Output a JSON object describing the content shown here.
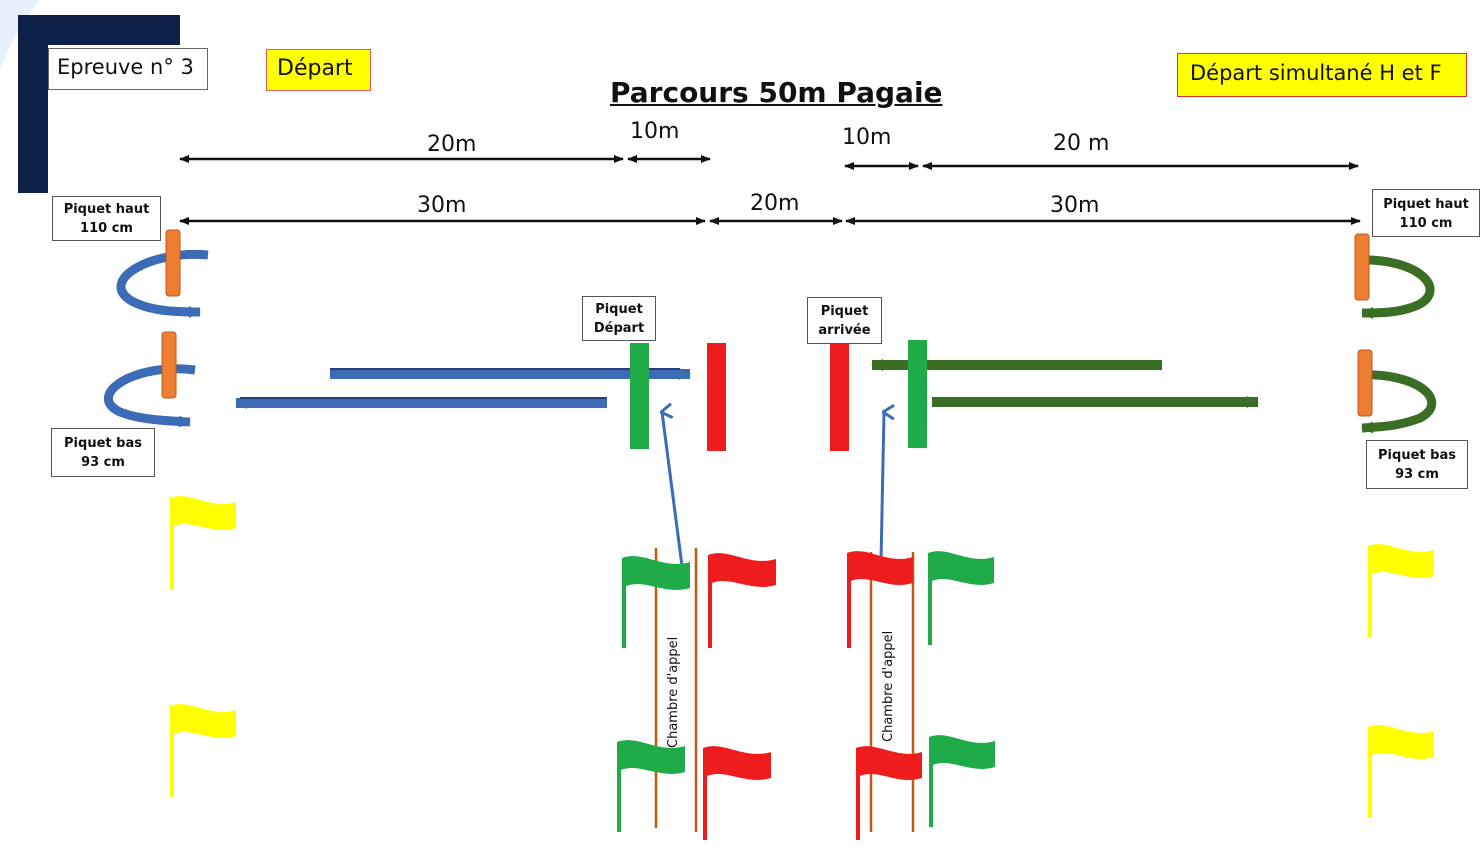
{
  "title": "Parcours 50m Pagaie",
  "epreuve": "Epreuve n° 3",
  "depart": "Départ",
  "depart_simultane": "Départ simultané H et F",
  "dimensions": {
    "top_left_20": "20m",
    "top_left_10": "10m",
    "top_right_10": "10m",
    "top_right_20": "20 m",
    "left_30": "30m",
    "mid_20": "20m",
    "right_30": "30m"
  },
  "labels": {
    "piquet_haut_left": [
      "Piquet haut",
      "110 cm"
    ],
    "piquet_haut_right": [
      "Piquet haut",
      "110 cm"
    ],
    "piquet_bas_left": [
      "Piquet  bas",
      "93 cm"
    ],
    "piquet_bas_right": [
      "Piquet  bas",
      "93 cm"
    ],
    "piquet_depart": [
      "Piquet",
      "Départ"
    ],
    "piquet_arrivee": [
      "Piquet",
      "arrivée"
    ]
  },
  "chambre_left": "Chambre d'appel",
  "chambre_right": "Chambre d'appel",
  "colors": {
    "navy": "#0d2148",
    "blue": "#3b6cb5",
    "dark_green": "#3a6e25",
    "green": "#1fab48",
    "red": "#ee1c1c",
    "orange": "#ed7d31",
    "yellow": "#ffff00",
    "yellow_label": "#ffff00",
    "label_border": "#e03030"
  }
}
